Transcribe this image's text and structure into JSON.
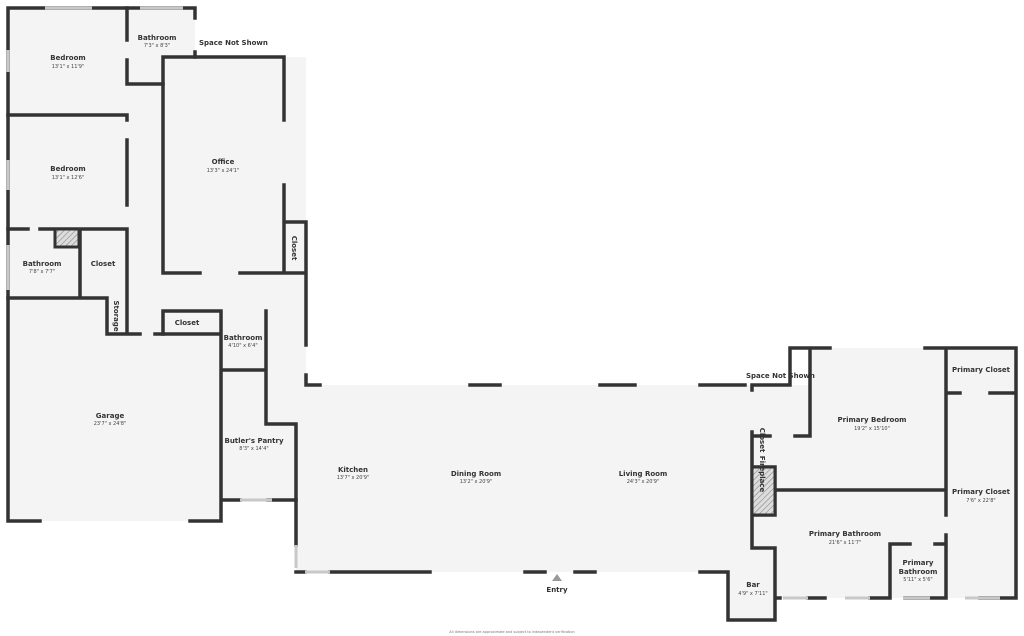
{
  "rooms": {
    "bedroom1": {
      "name": "Bedroom",
      "dims": "13'1\" x 11'9\""
    },
    "bathroom_top": {
      "name": "Bathroom",
      "dims": "7'3\" x 8'3\""
    },
    "bedroom2": {
      "name": "Bedroom",
      "dims": "13'1\" x 12'6\""
    },
    "bathroom_small": {
      "name": "Bathroom",
      "dims": "7'8\" x 7'7\""
    },
    "closet_left": {
      "name": "Closet"
    },
    "office": {
      "name": "Office",
      "dims": "13'3\" x 24'1\""
    },
    "closet_office": {
      "name": "Closet"
    },
    "storage": {
      "name": "Storage"
    },
    "closet_hall": {
      "name": "Closet"
    },
    "bathroom_hall": {
      "name": "Bathroom",
      "dims": "4'10\" x 6'4\""
    },
    "garage": {
      "name": "Garage",
      "dims": "23'7\" x 24'8\""
    },
    "butlers_pantry": {
      "name": "Butler's Pantry",
      "dims": "8'3\" x 14'4\""
    },
    "kitchen": {
      "name": "Kitchen",
      "dims": "13'7\" x 20'9\""
    },
    "dining": {
      "name": "Dining Room",
      "dims": "13'2\" x 20'9\""
    },
    "living": {
      "name": "Living Room",
      "dims": "24'3\" x 20'9\""
    },
    "primary_bedroom": {
      "name": "Primary Bedroom",
      "dims": "19'2\" x 15'10\""
    },
    "primary_closet_top": {
      "name": "Primary Closet"
    },
    "primary_closet": {
      "name": "Primary Closet",
      "dims": "7'6\" x 22'8\""
    },
    "closet_fire": {
      "name": "Closet"
    },
    "fireplace": {
      "name": "Fireplace"
    },
    "primary_bathroom": {
      "name": "Primary Bathroom",
      "dims": "21'6\" x 11'7\""
    },
    "primary_bathroom_small": {
      "name1": "Primary",
      "name2": "Bathroom",
      "dims": "5'11\" x 5'6\""
    },
    "bar": {
      "name": "Bar",
      "dims": "4'9\" x 7'11\""
    }
  },
  "notes": {
    "space_not_shown_top": "Space Not Shown",
    "space_not_shown_right": "Space Not Shown",
    "entry": "Entry",
    "footer": "All dimensions are approximate and subject to independent verification"
  }
}
